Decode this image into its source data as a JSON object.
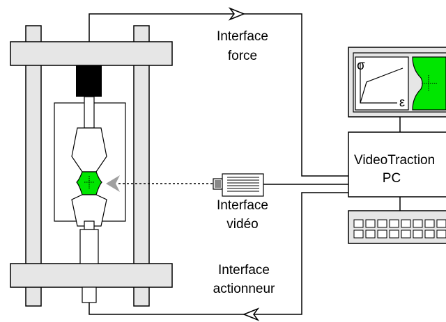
{
  "labels": {
    "force_line1": "Interface",
    "force_line2": "force",
    "video_line1": "Interface",
    "video_line2": "vidéo",
    "actuator_line1": "Interface",
    "actuator_line2": "actionneur",
    "pc_line1": "VideoTraction",
    "pc_line2": "PC",
    "axis_sigma": "σ",
    "axis_epsilon": "ε"
  },
  "colors": {
    "specimen": "#00e600",
    "frame": "#e6e6e6",
    "load_cell": "#000000",
    "line": "#000000",
    "laser": "#a0a0a0"
  },
  "icons": {
    "arrow_top": "open-arrowhead-right",
    "arrow_bottom": "open-arrowhead-left",
    "camera": "camera-icon",
    "keyboard": "keyboard-icon",
    "monitor": "monitor-icon"
  }
}
